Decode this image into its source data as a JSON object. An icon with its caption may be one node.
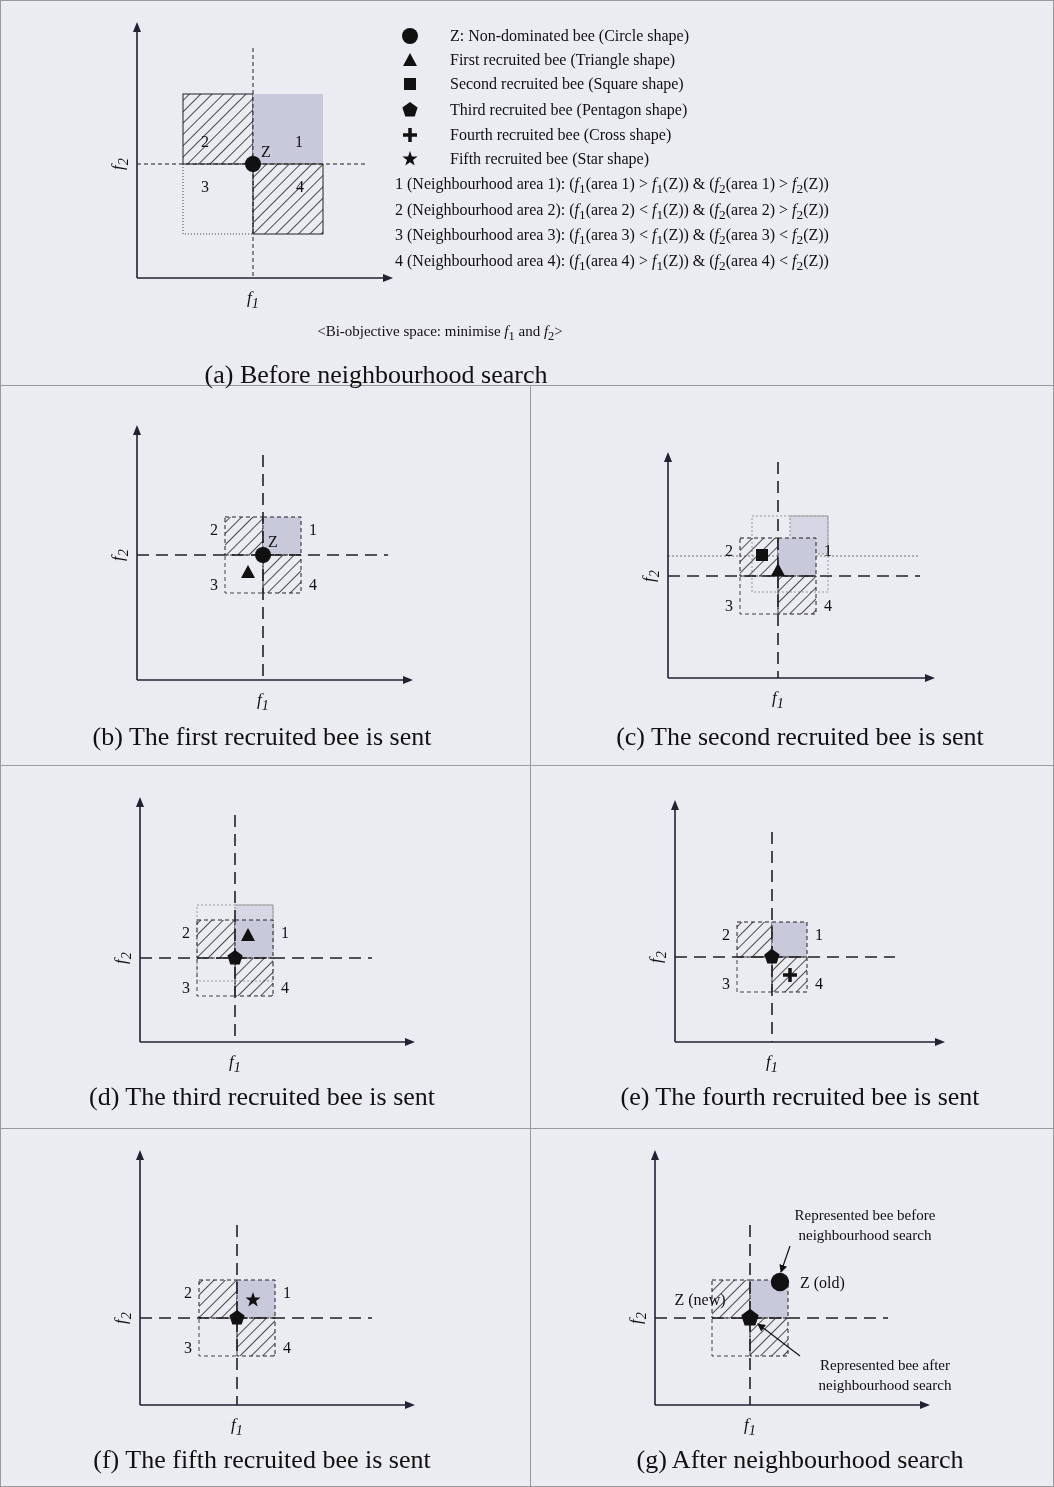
{
  "diagram": {
    "nodes": [
      {
        "text": [
          "Represented bee before neighbourhood search"
        ]
      },
      {
        "text": [],
        "shape": "circle",
        "beside": [
          "Z (old)"
        ]
      },
      {
        "text": [
          "Represented bee after neighbourhood search"
        ]
      },
      {
        "text": [],
        "shape": "pentagon",
        "beside": [
          "Z (new)"
        ]
      }
    ],
    "edges": [
      {
        "from": 0,
        "to": 1,
        "arrow": "to"
      },
      {
        "from": 2,
        "to": 3,
        "arrow": "to"
      }
    ],
    "labels": [
      "2",
      "1",
      "Z",
      "3",
      "4",
      "f$_{2}$",
      "f$_{1}$",
      "1 (Neighbourhood area 1): (*f*$_{1}$(area 1) > *f*$_{1}$(Z)) & (*f*$_{2}$(area 1) > *f*$_{2}$(Z))",
      "2 (Neighbourhood area 2): (*f*$_{1}$(area 2) < *f*$_{1}$(Z)) & (*f*$_{2}$(area 2) > *f*$_{2}$(Z))",
      "3 (Neighbourhood area 3): (*f*$_{1}$(area 3) < *f*$_{1}$(Z)) & (*f*$_{2}$(area 3) < *f*$_{2}$(Z))",
      "4 (Neighbourhood area 4): (*f*$_{1}$(area 4) > *f*$_{1}$(Z)) & (*f*$_{2}$(area 4) < *f*$_{2}$(Z))",
      "<Bi-objective space: minimise *f*$_{1}$ and *f*$_{2}$>",
      "(a) Before neighbourhood search",
      "2",
      "1",
      "Z",
      "3",
      "4",
      "f$_{2}$",
      "f$_{1}$",
      "(b) The first recruited bee is sent",
      "2",
      "1",
      "3",
      "4",
      "f$_{2}$",
      "f$_{1}$",
      "(c) The second recruited bee is sent",
      "2",
      "1",
      "3",
      "4",
      "f$_{2}$",
      "f$_{1}$",
      "(d) The third recruited bee is sent",
      "2",
      "1",
      "3",
      "4",
      "f$_{2}$",
      "f$_{1}$",
      "(e) The fourth recruited bee is sent",
      "2",
      "1",
      "3",
      "4",
      "f$_{2}$",
      "f$_{1}$",
      "(f) The fifth recruited bee is sent",
      "f$_{2}$",
      "f$_{1}$",
      "(g) After neighbourhood search"
    ],
    "legend": [
      {
        "text": "Z: Non-dominated bee (Circle shape)"
      },
      {
        "text": "First recruited bee (Triangle shape)"
      },
      {
        "text": "Second recruited bee (Square shape)"
      },
      {
        "text": "Third recruited bee (Pentagon shape)"
      },
      {
        "text": "Fourth recruited bee (Cross shape)"
      },
      {
        "text": "Fifth recruited bee (Star shape)"
      }
    ]
  }
}
